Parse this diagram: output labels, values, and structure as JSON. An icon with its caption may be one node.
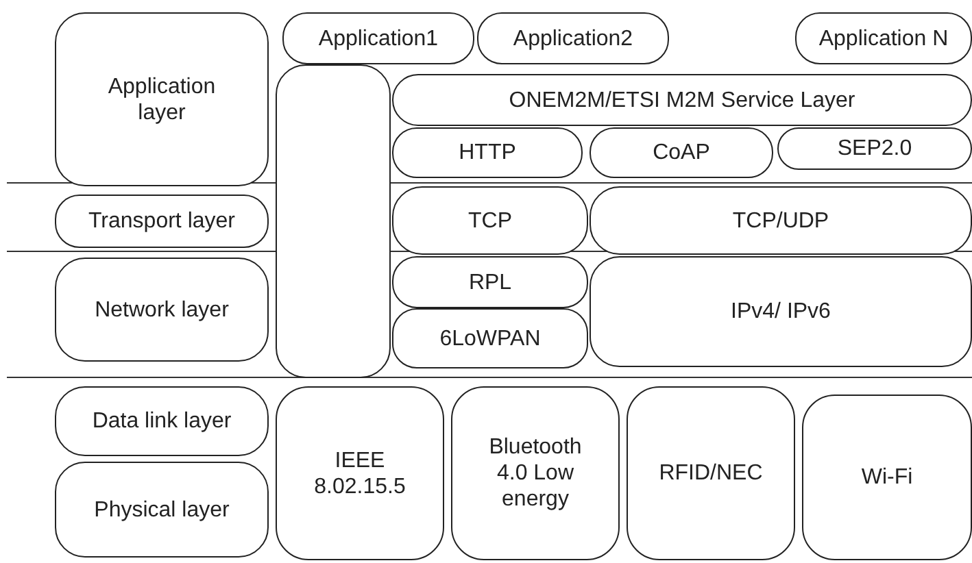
{
  "diagram": {
    "nodes": [
      {
        "text": [
          "Application layer"
        ]
      },
      {
        "text": [
          "Application1"
        ]
      },
      {
        "text": [
          "Application2"
        ]
      },
      {
        "text": [
          "Application N"
        ]
      },
      {
        "text": [],
        "shape": "box"
      },
      {
        "text": [
          "ONEM2M/ETSI M2M Service Layer"
        ]
      },
      {
        "text": [
          "HTTP"
        ]
      },
      {
        "text": [
          "CoAP"
        ]
      },
      {
        "text": [
          "SEP2.0"
        ]
      },
      {
        "text": [
          "Transport layer"
        ]
      },
      {
        "text": [
          "TCP"
        ]
      },
      {
        "text": [
          "TCP/UDP"
        ]
      },
      {
        "text": [
          "Network layer"
        ]
      },
      {
        "text": [
          "RPL"
        ]
      },
      {
        "text": [
          "IPv4/ IPv6"
        ]
      },
      {
        "text": [
          "6LoWPAN"
        ]
      },
      {
        "text": [
          "Data link layer"
        ]
      },
      {
        "text": [
          "Physical layer"
        ]
      },
      {
        "text": [
          "IEEE 8.02.15.5"
        ]
      },
      {
        "text": [
          "Bluetooth 4.0 Low energy"
        ]
      },
      {
        "text": [
          "RFID/NEC"
        ]
      },
      {
        "text": [
          "Wi-Fi"
        ]
      }
    ]
  }
}
